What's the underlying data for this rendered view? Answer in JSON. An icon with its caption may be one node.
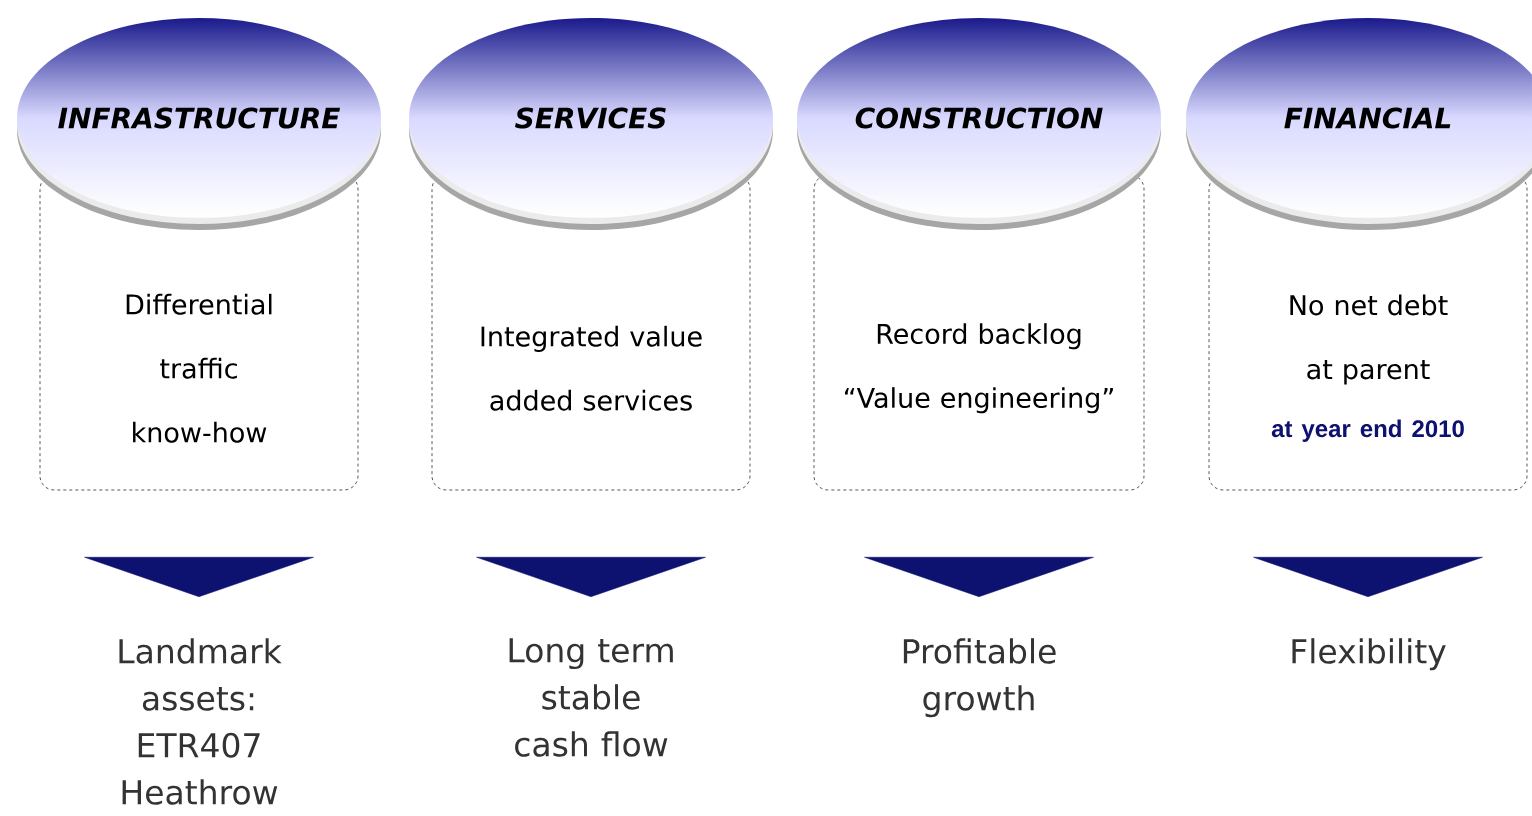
{
  "diagram": {
    "nodes": [
      {
        "text": [
          "INFRASTRUCTURE"
        ]
      },
      {
        "text": [
          "Differential traffic know-how"
        ]
      },
      {
        "text": [
          "Landmark assets: ETR407 Heathrow"
        ]
      },
      {
        "text": [
          "SERVICES"
        ]
      },
      {
        "text": [
          "Integrated value added services"
        ]
      },
      {
        "text": [
          "Long term stable cash flow"
        ]
      },
      {
        "text": [
          "CONSTRUCTION"
        ]
      },
      {
        "text": [
          "Record backlog “Value engineering”"
        ]
      },
      {
        "text": [
          "Profitable growth"
        ]
      },
      {
        "text": [
          "FINANCIAL"
        ]
      },
      {
        "text": [
          "No net debt at parent",
          "at year end 2010"
        ]
      },
      {
        "text": [
          "Flexibility"
        ]
      }
    ],
    "edges": [
      {
        "from": null,
        "to": 2,
        "arrow": "to"
      },
      {
        "from": null,
        "to": 5,
        "arrow": "to"
      },
      {
        "from": null,
        "to": 8,
        "arrow": "to"
      },
      {
        "from": null,
        "to": 11,
        "arrow": "to"
      }
    ]
  }
}
